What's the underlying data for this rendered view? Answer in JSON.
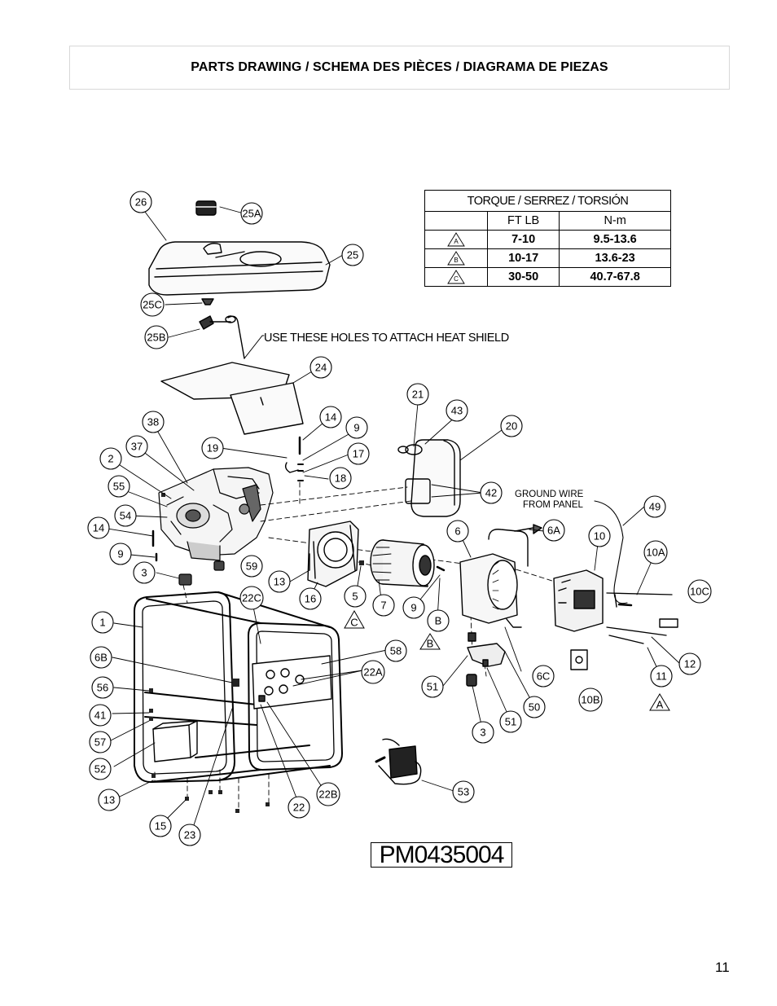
{
  "title": "PARTS DRAWING / SCHEMA DES PIÈCES / DIAGRAMA DE PIEZAS",
  "torque_table": {
    "title": "TORQUE / SERREZ / TORSIÓN",
    "col1": "FT LB",
    "col2": "N-m",
    "rows": [
      {
        "mark": "A",
        "ftlb": "7-10",
        "nm": "9.5-13.6"
      },
      {
        "mark": "B",
        "ftlb": "10-17",
        "nm": "13.6-23"
      },
      {
        "mark": "C",
        "ftlb": "30-50",
        "nm": "40.7-67.8"
      }
    ]
  },
  "notes": {
    "heat_shield": "USE THESE HOLES TO ATTACH HEAT SHIELD",
    "ground_wire_1": "GROUND WIRE",
    "ground_wire_2": "FROM PANEL"
  },
  "callouts": {
    "c26": "26",
    "c25a": "25A",
    "c25": "25",
    "c25c": "25C",
    "c25b": "25B",
    "c24": "24",
    "c21": "21",
    "c43": "43",
    "c20": "20",
    "c38": "38",
    "c14a": "14",
    "c9a": "9",
    "c37": "37",
    "c19": "19",
    "c17": "17",
    "c2": "2",
    "c18": "18",
    "c55": "55",
    "c42": "42",
    "c54": "54",
    "c14b": "14",
    "c6": "6",
    "c6a": "6A",
    "c49": "49",
    "c10": "10",
    "c9b": "9",
    "c10a": "10A",
    "c59": "59",
    "c3a": "3",
    "c13a": "13",
    "c16": "16",
    "c5": "5",
    "c7": "7",
    "c9c": "9",
    "c10c": "10C",
    "c22c": "22C",
    "c1": "1",
    "cB": "B",
    "c58": "58",
    "c12": "12",
    "c6b": "6B",
    "c22a": "22A",
    "c11": "11",
    "c56": "56",
    "c51a": "51",
    "c6c": "6C",
    "c10b": "10B",
    "c41": "41",
    "c50": "50",
    "c51b": "51",
    "c57": "57",
    "c3b": "3",
    "c52": "52",
    "c53": "53",
    "c13b": "13",
    "c22b": "22B",
    "c22": "22",
    "c15": "15",
    "c23": "23"
  },
  "marks": {
    "A": "A",
    "B": "B",
    "C": "C"
  },
  "part_number": "PM0435004",
  "page_number": "11"
}
